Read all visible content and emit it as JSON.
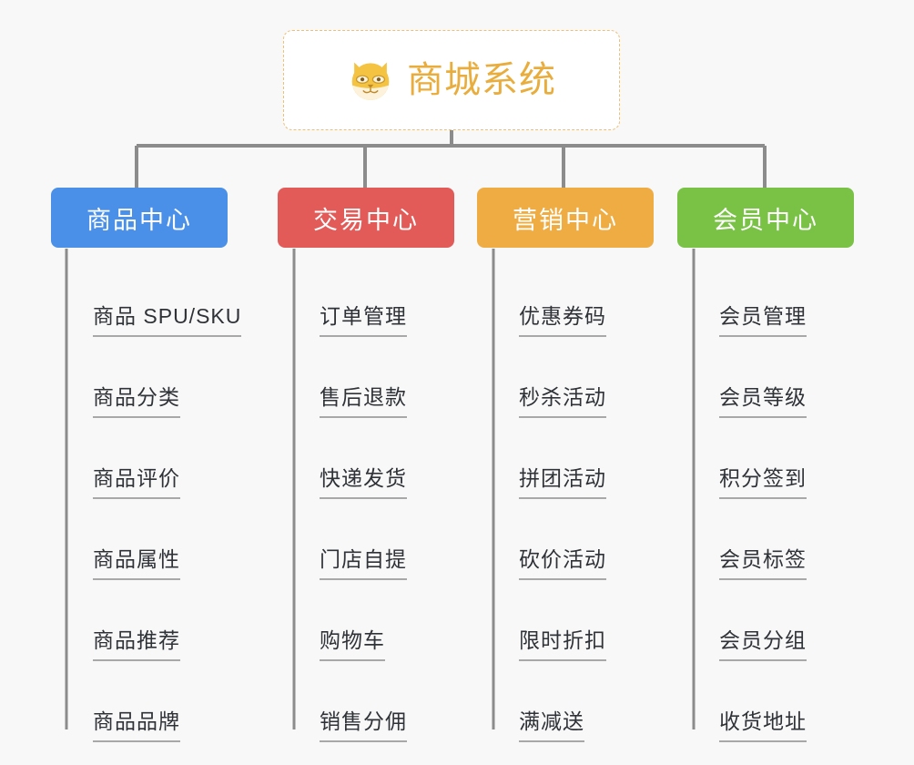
{
  "page": {
    "background_color": "#f8f8f8",
    "title": "商城系统"
  },
  "root": {
    "label": "商城系统",
    "icon": "shiba-dog-face-icon",
    "text_color": "#e8ad3c",
    "border_color": "#eec072",
    "fill_color": "#ffffff"
  },
  "connector": {
    "color": "#8c8c8c"
  },
  "categories": [
    {
      "label": "商品中心",
      "color": "#4a90e8",
      "items": [
        {
          "label": "商品 SPU/SKU"
        },
        {
          "label": "商品分类"
        },
        {
          "label": "商品评价"
        },
        {
          "label": "商品属性"
        },
        {
          "label": "商品推荐"
        },
        {
          "label": "商品品牌"
        }
      ]
    },
    {
      "label": "交易中心",
      "color": "#e35b58",
      "items": [
        {
          "label": "订单管理"
        },
        {
          "label": "售后退款"
        },
        {
          "label": "快递发货"
        },
        {
          "label": "门店自提"
        },
        {
          "label": "购物车"
        },
        {
          "label": "销售分佣"
        }
      ]
    },
    {
      "label": "营销中心",
      "color": "#eeac43",
      "items": [
        {
          "label": "优惠券码"
        },
        {
          "label": "秒杀活动"
        },
        {
          "label": "拼团活动"
        },
        {
          "label": "砍价活动"
        },
        {
          "label": "限时折扣"
        },
        {
          "label": "满减送"
        }
      ]
    },
    {
      "label": "会员中心",
      "color": "#79c246",
      "items": [
        {
          "label": "会员管理"
        },
        {
          "label": "会员等级"
        },
        {
          "label": "积分签到"
        },
        {
          "label": "会员标签"
        },
        {
          "label": "会员分组"
        },
        {
          "label": "收货地址"
        }
      ]
    }
  ]
}
